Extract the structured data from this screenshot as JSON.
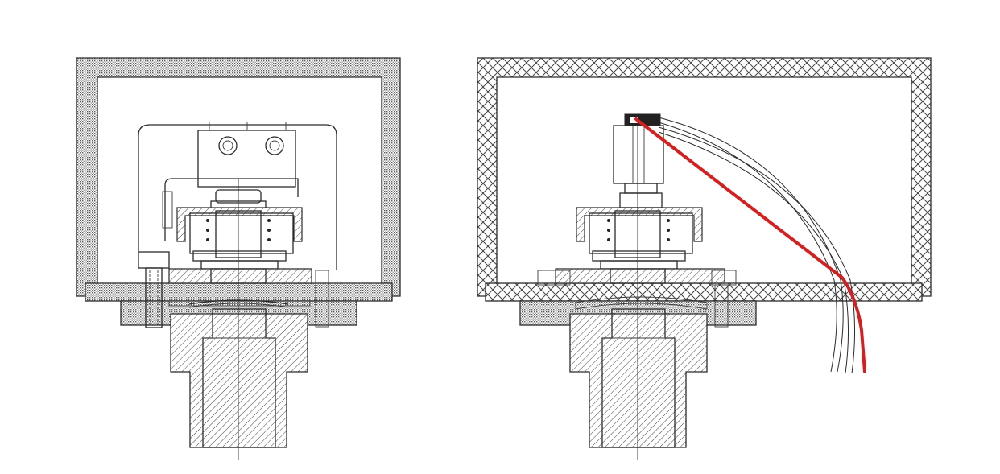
{
  "figure": {
    "panels": [
      {
        "id": "left",
        "variant": "coil-with-junction-box"
      },
      {
        "id": "right",
        "variant": "cartridge-coil-with-wire-leads"
      }
    ]
  },
  "colors": {
    "outline": "#2b2b2b",
    "lead_wire": "#d42020",
    "dense_fill": "#8a8a8a",
    "background": "#ffffff"
  }
}
